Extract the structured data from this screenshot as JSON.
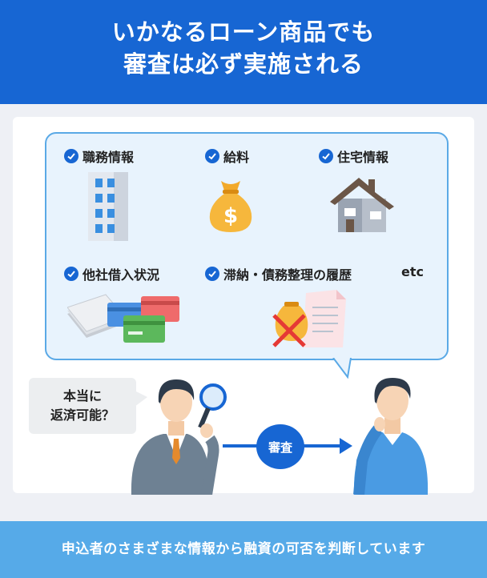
{
  "header": {
    "title_line1": "いかなるローン商品でも",
    "title_line2": "審査は必ず実施される"
  },
  "criteria": [
    {
      "label": "職務情報",
      "icon": "office-building-icon"
    },
    {
      "label": "給料",
      "icon": "money-bag-icon"
    },
    {
      "label": "住宅情報",
      "icon": "house-icon"
    },
    {
      "label": "他社借入状況",
      "icon": "credit-cards-cash-icon"
    },
    {
      "label": "滞納・債務整理の履歴",
      "icon": "bag-crossed-document-icon"
    }
  ],
  "etc_label": "etc",
  "speech_line1": "本当に",
  "speech_line2": "返済可能？",
  "examination_label": "審査",
  "footer_text": "申込者のさまざまな情報から融資の可否を判断しています",
  "colors": {
    "primary_blue": "#1766d3",
    "light_blue": "#56aae8",
    "bubble_bg": "#e8f3fd",
    "page_bg": "#eef0f5"
  }
}
